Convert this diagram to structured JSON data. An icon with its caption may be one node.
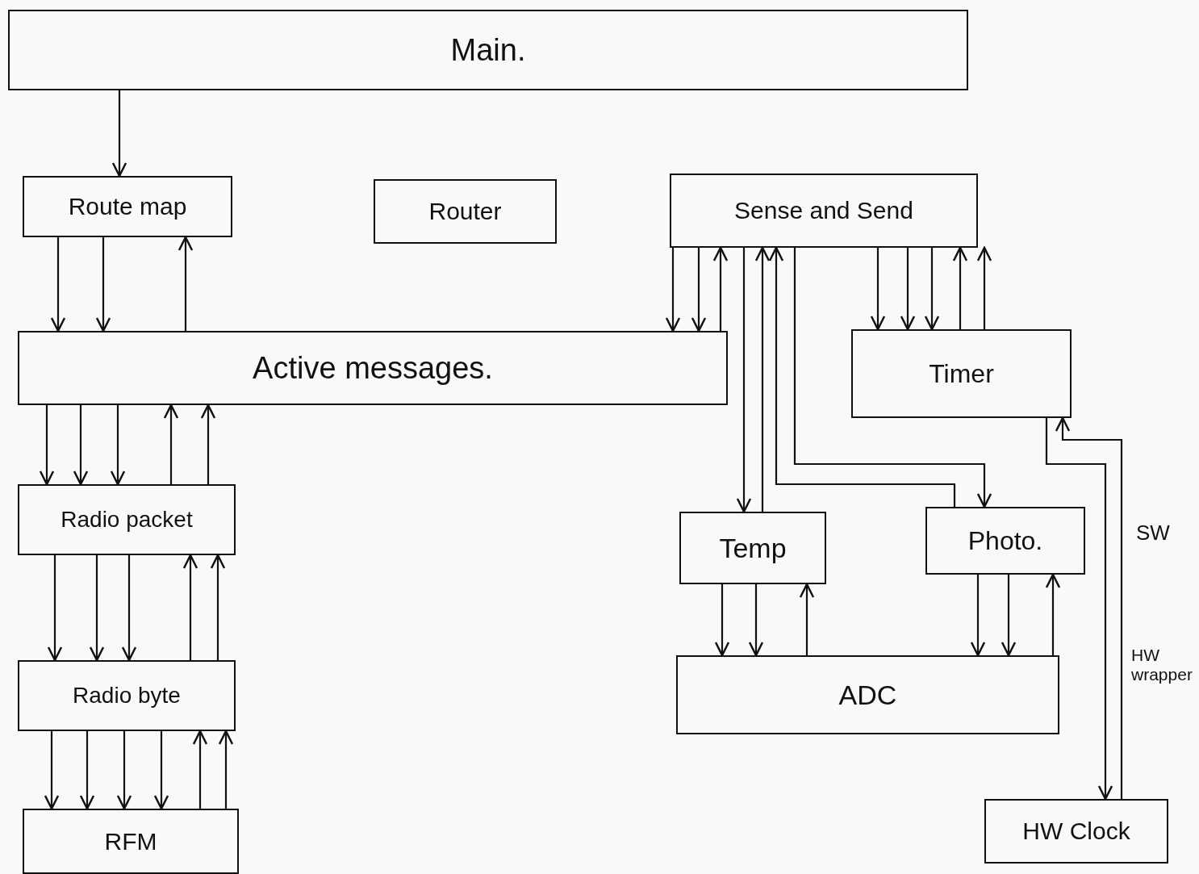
{
  "diagram": {
    "nodes": [
      {
        "text": [
          "Main."
        ]
      },
      {
        "text": [
          "Route map"
        ]
      },
      {
        "text": [
          "Router"
        ]
      },
      {
        "text": [
          "Sense and Send"
        ]
      },
      {
        "text": [
          "Active messages."
        ]
      },
      {
        "text": [
          "Timer"
        ]
      },
      {
        "text": [
          "Radio packet"
        ]
      },
      {
        "text": [
          "Temp"
        ]
      },
      {
        "text": [
          "Photo."
        ]
      },
      {
        "text": [
          "Radio byte"
        ]
      },
      {
        "text": [
          "ADC"
        ]
      },
      {
        "text": [
          "RFM"
        ]
      },
      {
        "text": [
          "HW Clock"
        ]
      }
    ],
    "edges": [
      {
        "from": 0,
        "to": 1,
        "arrow": "to"
      },
      {
        "from": 1,
        "to": 4,
        "arrow": "to"
      },
      {
        "from": 1,
        "to": 4,
        "arrow": "to"
      },
      {
        "from": 4,
        "to": 1,
        "arrow": "to"
      },
      {
        "from": 4,
        "to": 6,
        "arrow": "to"
      },
      {
        "from": 4,
        "to": 6,
        "arrow": "to"
      },
      {
        "from": 4,
        "to": 6,
        "arrow": "to"
      },
      {
        "from": 6,
        "to": 4,
        "arrow": "to"
      },
      {
        "from": 6,
        "to": 4,
        "arrow": "to"
      },
      {
        "from": 6,
        "to": 9,
        "arrow": "to"
      },
      {
        "from": 6,
        "to": 9,
        "arrow": "to"
      },
      {
        "from": 6,
        "to": 9,
        "arrow": "to"
      },
      {
        "from": 9,
        "to": 6,
        "arrow": "to"
      },
      {
        "from": 9,
        "to": 6,
        "arrow": "to"
      },
      {
        "from": 9,
        "to": 11,
        "arrow": "to"
      },
      {
        "from": 9,
        "to": 11,
        "arrow": "to"
      },
      {
        "from": 9,
        "to": 11,
        "arrow": "to"
      },
      {
        "from": 9,
        "to": 11,
        "arrow": "to"
      },
      {
        "from": 11,
        "to": 9,
        "arrow": "to"
      },
      {
        "from": 11,
        "to": 9,
        "arrow": "to"
      },
      {
        "from": 3,
        "to": 4,
        "arrow": "to"
      },
      {
        "from": 3,
        "to": 4,
        "arrow": "to"
      },
      {
        "from": 4,
        "to": 3,
        "arrow": "to"
      },
      {
        "from": 3,
        "to": 7,
        "arrow": "to"
      },
      {
        "from": 7,
        "to": 3,
        "arrow": "to"
      },
      {
        "from": 8,
        "to": 3,
        "arrow": "to"
      },
      {
        "from": 3,
        "to": 8,
        "arrow": "to"
      },
      {
        "from": 3,
        "to": 5,
        "arrow": "to"
      },
      {
        "from": 3,
        "to": 5,
        "arrow": "to"
      },
      {
        "from": 3,
        "to": 5,
        "arrow": "to"
      },
      {
        "from": 5,
        "to": 3,
        "arrow": "to"
      },
      {
        "from": 5,
        "to": 3,
        "arrow": "to"
      },
      {
        "from": 5,
        "to": 12,
        "arrow": "to"
      },
      {
        "from": 12,
        "to": 5,
        "arrow": "to"
      },
      {
        "from": 7,
        "to": 10,
        "arrow": "to"
      },
      {
        "from": 7,
        "to": 10,
        "arrow": "to"
      },
      {
        "from": 10,
        "to": 7,
        "arrow": "to"
      },
      {
        "from": 8,
        "to": 10,
        "arrow": "to"
      },
      {
        "from": 8,
        "to": 10,
        "arrow": "to"
      },
      {
        "from": 10,
        "to": 8,
        "arrow": "to"
      }
    ],
    "labels": [
      "SW",
      "HW wrapper"
    ]
  }
}
